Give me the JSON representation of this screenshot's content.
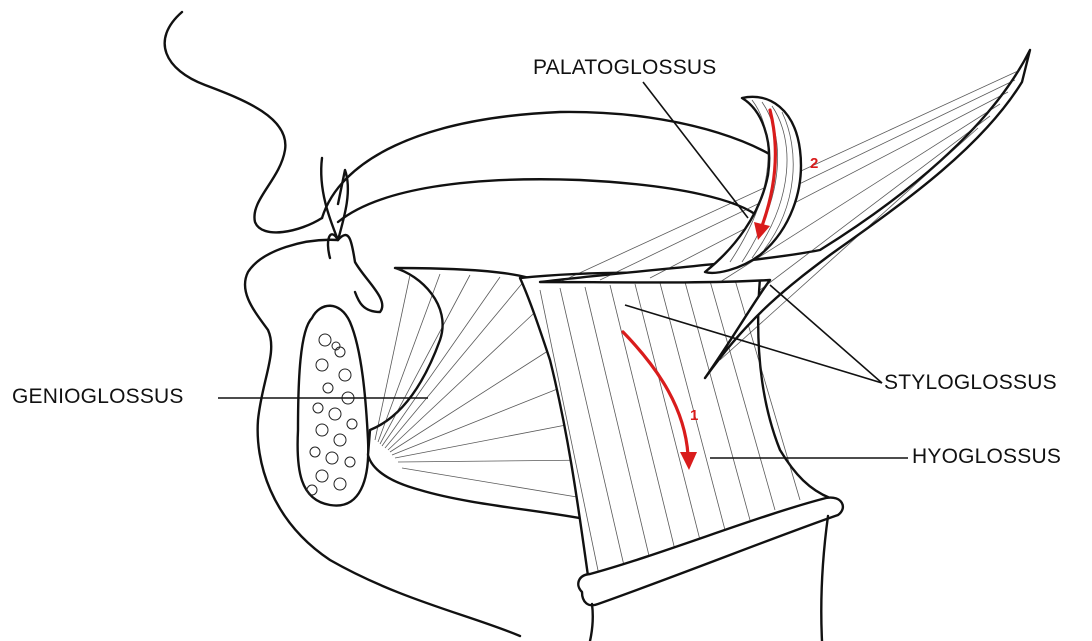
{
  "labels": {
    "palatoglossus": "PALATOGLOSSUS",
    "genioglossus": "GENIOGLOSSUS",
    "styloglossus": "STYLOGLOSSUS",
    "hyoglossus": "HYOGLOSSUS"
  },
  "arrows": {
    "hyoglossus_number": "1",
    "palatoglossus_number": "2"
  },
  "colors": {
    "arrow": "#d91c1c",
    "line": "#111111",
    "background": "#ffffff"
  }
}
